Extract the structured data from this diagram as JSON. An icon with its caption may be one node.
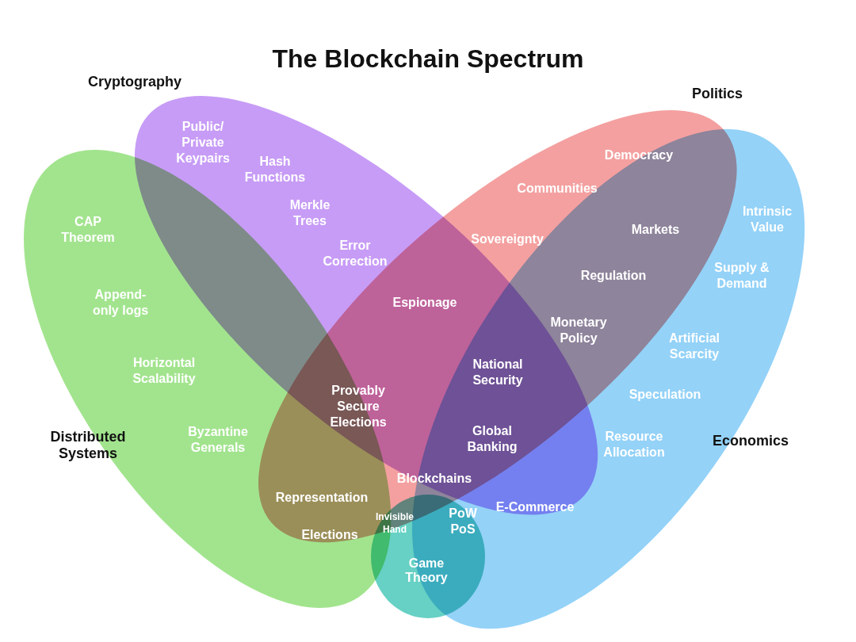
{
  "diagram": {
    "title": "The Blockchain Spectrum",
    "nodes": [
      {
        "text": [
          "Cryptography"
        ]
      },
      {
        "text": [
          "Politics"
        ]
      },
      {
        "text": [
          "Distributed Systems"
        ]
      },
      {
        "text": [
          "Economics"
        ]
      },
      {
        "text": [
          "Game Theory"
        ]
      }
    ],
    "labels": [
      "Public/ Private Keypairs",
      "Hash Functions",
      "Merkle Trees",
      "Error Correction",
      "CAP Theorem",
      "Append-only logs",
      "Horizontal Scalability",
      "Byzantine Generals",
      "Democracy",
      "Communities",
      "Sovereignty",
      "Markets",
      "Regulation",
      "Monetary Policy",
      "Intrinsic Value",
      "Supply & Demand",
      "Artificial Scarcity",
      "Speculation",
      "Resource Allocation",
      "Espionage",
      "National Security",
      "Global Banking",
      "Provably Secure Elections",
      "Blockchains",
      "Representation",
      "Elections",
      "Invisible Hand",
      "PoW PoS",
      "E-Commerce"
    ]
  }
}
